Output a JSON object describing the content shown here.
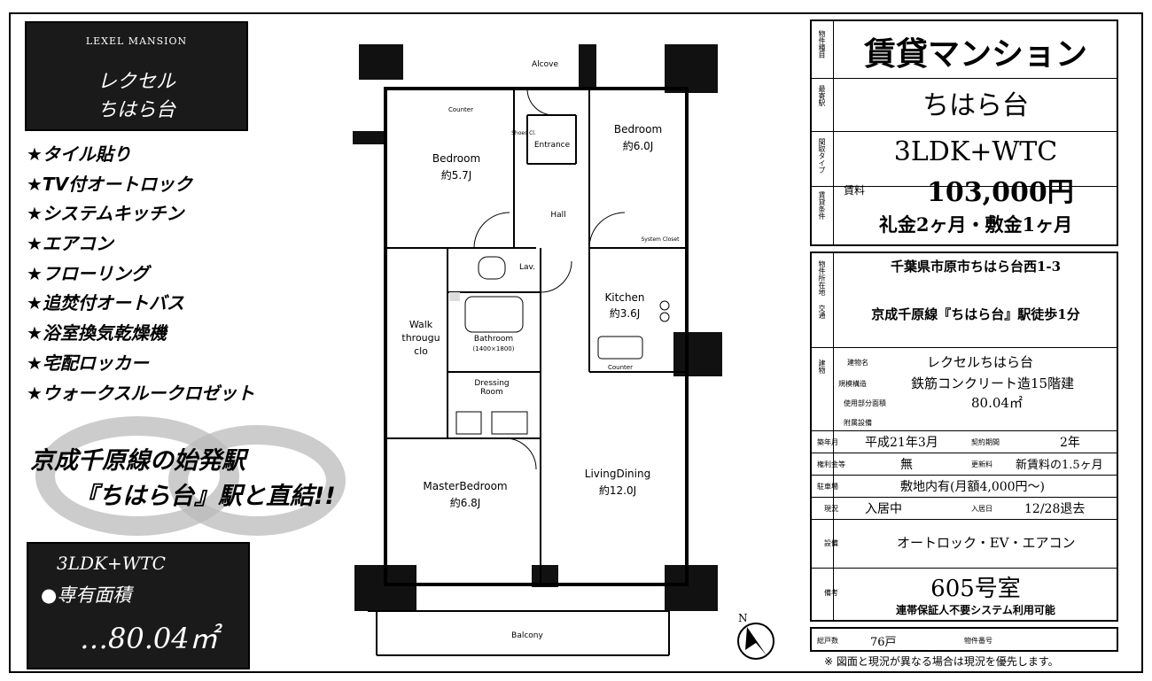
{
  "brand": {
    "en": "LEXEL MANSION",
    "jp_line1": "レクセル",
    "jp_line2": "ちはら台"
  },
  "features": [
    "★タイル貼り",
    "★TV付オートロック",
    "★システムキッチン",
    "★エアコン",
    "★フローリング",
    "★追焚付オートバス",
    "★浴室換気乾燥機",
    "★宅配ロッカー",
    "★ウォークスルークロゼット"
  ],
  "slogan": {
    "line1": "京成千原線の始発駅",
    "line2": "『ちはら台』駅と直結!!"
  },
  "spec": {
    "layout": "3LDK+WTC",
    "area_label": "●専有面積",
    "area_value": "…80.04㎡"
  },
  "plan": {
    "rooms": [
      {
        "name": "Bedroom",
        "size": "約5.7J"
      },
      {
        "name": "Bedroom",
        "size": "約6.0J"
      },
      {
        "name": "Kitchen",
        "size": "約3.6J"
      },
      {
        "name": "MasterBedroom",
        "size": "約6.8J"
      },
      {
        "name": "LivingDining",
        "size": "約12.0J"
      }
    ],
    "labels": [
      "Alcove",
      "Entrance",
      "Hall",
      "Lav.",
      "Walk",
      "througu",
      "clo",
      "Bathroom",
      "(1400×1800)",
      "Dressing",
      "Room",
      "Balcony",
      "Counter",
      "Shoes Cl.",
      "Counter",
      "System Closet"
    ],
    "north": "N"
  },
  "info": {
    "title": "賃貸マンション",
    "station": "ちはら台",
    "layout": "3LDK+WTC",
    "rent_label": "賃料",
    "rent": "103,000円",
    "terms": "礼金2ヶ月・敷金1ヶ月",
    "side1": [
      "物件種目",
      "最寄駅",
      "間取タイプ",
      "賃貸条件"
    ],
    "address": "千葉県市原市ちはら台西1-3",
    "access": "京成千原線『ちはら台』駅徒歩1分",
    "side2": [
      "物件所在地",
      "交通"
    ],
    "building_label": "建物名",
    "building": "レクセルちはら台",
    "structure_label": "規模構造",
    "structure": "鉄筋コンクリート造15階建",
    "area_label": "使用部分面積",
    "area": "80.04㎡",
    "balcony_label": "附属設備",
    "built_label": "築年月",
    "built": "平成21年3月",
    "contract_label": "契約期間",
    "contract": "2年",
    "key_label": "権利金等",
    "key": "無",
    "renewal_label": "更新料",
    "renewal": "新賃料の1.5ヶ月",
    "parking_label": "駐車場",
    "parking": "敷地内有(月額4,000円～)",
    "status_label": "現況",
    "status": "入居中",
    "movein_label": "入居日",
    "movein": "12/28退去",
    "equip_label": "設備",
    "equip": "オートロック・EV・エアコン",
    "note_label": "備考",
    "room": "605号室",
    "note": "連帯保証人不要システム利用可能",
    "units_label": "総戸数",
    "units": "76戸",
    "propno_label": "物件番号",
    "footnote": "※ 図面と現況が異なる場合は現況を優先します。",
    "side3": [
      "建物",
      "設備"
    ]
  }
}
